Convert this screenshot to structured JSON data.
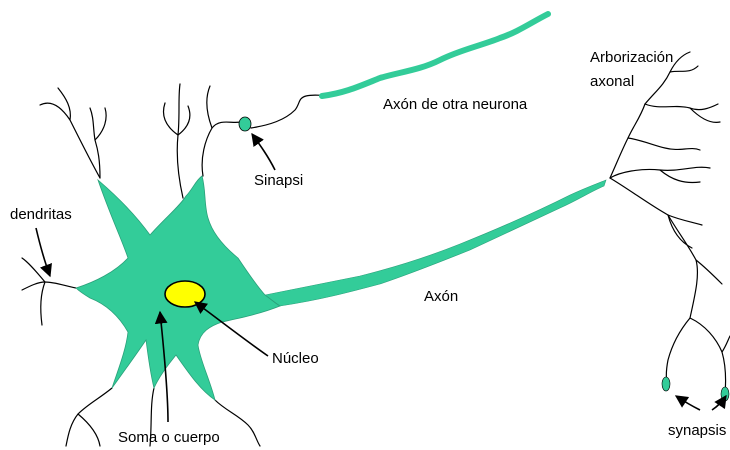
{
  "labels": {
    "dendritas": "dendritas",
    "axon_otra_neurona": "Axón de otra neurona",
    "sinapsi": "Sinapsi",
    "arborizacion": "Arborización",
    "axonal": "axonal",
    "axon": "Axón",
    "nucleo": "Núcleo",
    "soma": "Soma o cuerpo",
    "synapsis": "synapsis"
  },
  "colors": {
    "cell_fill": "#33cc99",
    "nucleus_fill": "#ffff00",
    "line": "#000000",
    "background": "#ffffff"
  }
}
